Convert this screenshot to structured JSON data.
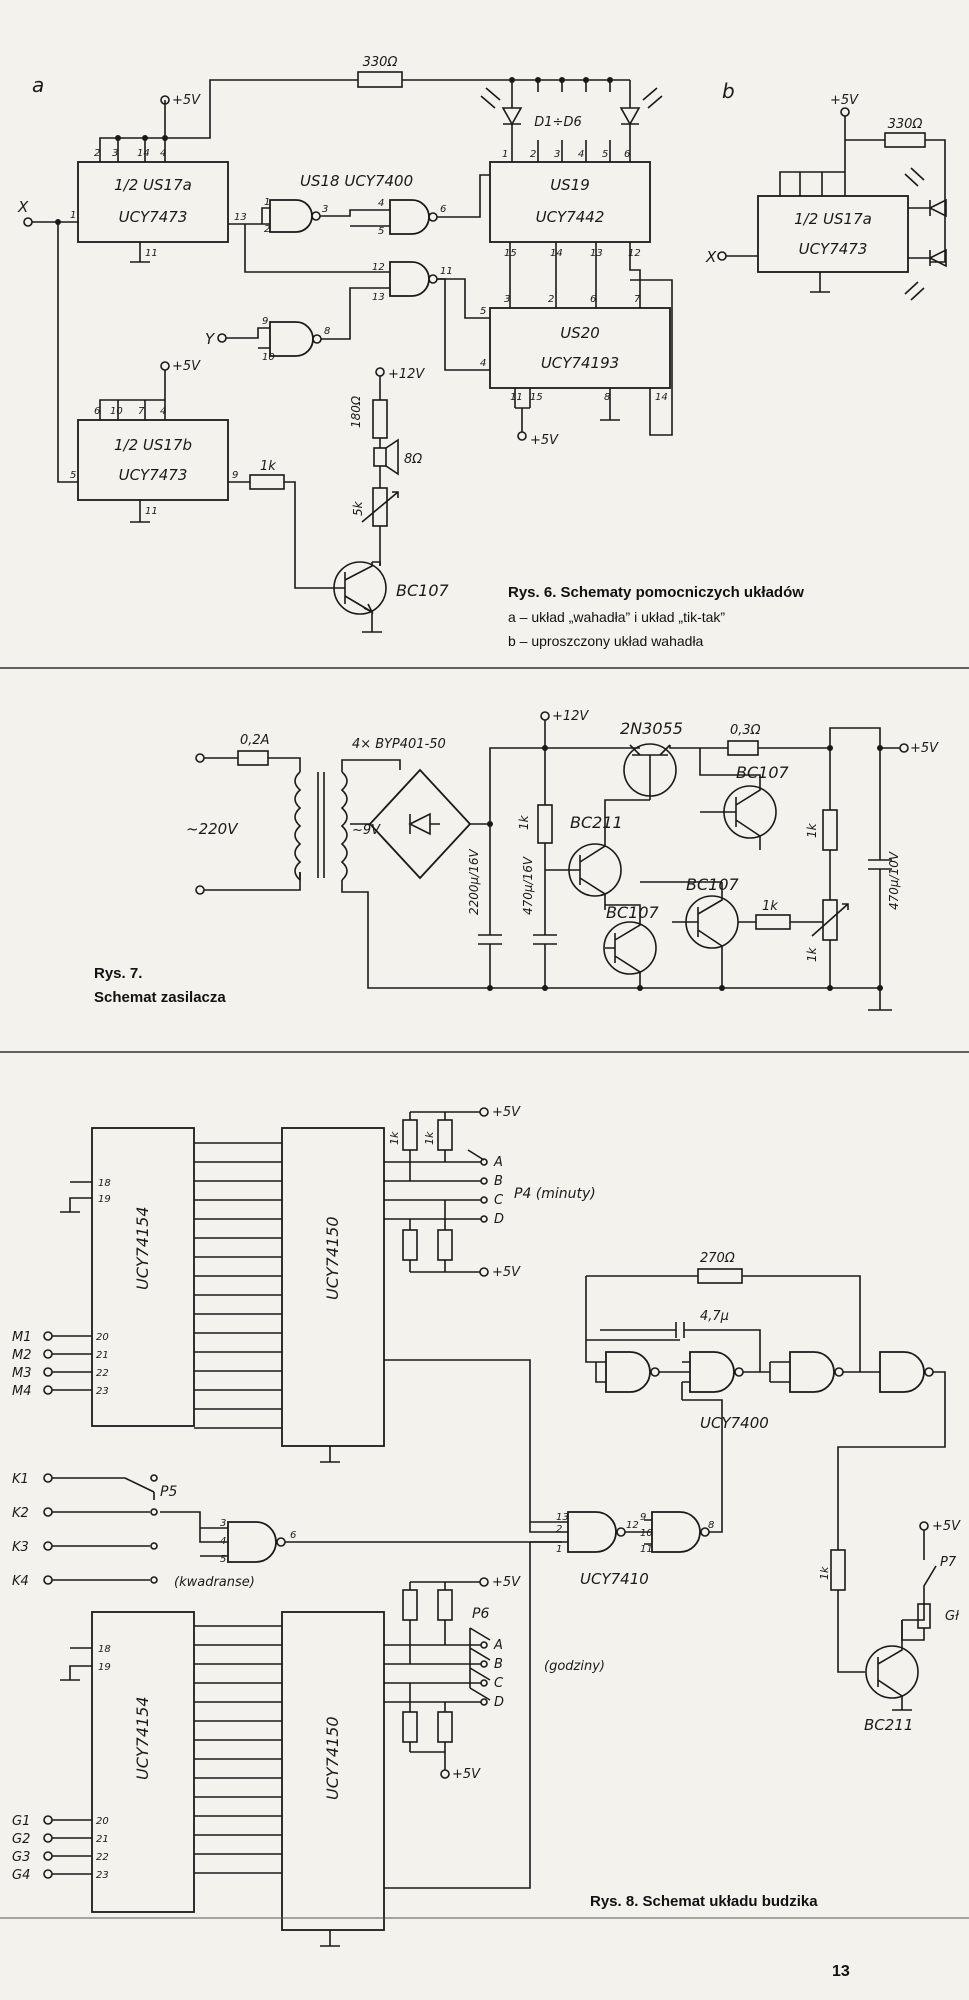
{
  "fig6": {
    "caption_title": "Rys. 6. Schematy pomocniczych układów",
    "caption_a": "a – układ „wahadła” i układ „tik-tak”",
    "caption_b": "b – uproszczony układ wahadła",
    "label_a": "a",
    "label_b": "b",
    "us17a": {
      "line1": "1/2 US17a",
      "line2": "UCY7473"
    },
    "us17b": {
      "line1": "1/2 US17b",
      "line2": "UCY7473"
    },
    "us18": "US18  UCY7400",
    "us19": {
      "line1": "US19",
      "line2": "UCY7442"
    },
    "us20": {
      "line1": "US20",
      "line2": "UCY74193"
    },
    "r330": "330Ω",
    "leds": "D1÷D6",
    "r180": "180Ω",
    "spk": "8Ω",
    "pot5k": "5k",
    "r1k": "1k",
    "transistor": "BC107",
    "v5": "+5V",
    "v12": "+12V",
    "x": "X",
    "y": "Y",
    "b_ic": {
      "line1": "1/2 US17a",
      "line2": "UCY7473"
    },
    "b_r330": "330Ω"
  },
  "fig7": {
    "caption_title": "Rys. 7.",
    "caption_sub": "Schemat zasilacza",
    "fuse": "0,2A",
    "mains": "~220V",
    "bridge": "4× BYP401-50",
    "sec": "~9V",
    "v12": "+12V",
    "v5": "+5V",
    "t1": "2N3055",
    "t2": "BC211",
    "t3": "BC107",
    "t4": "BC107",
    "t5": "BC107",
    "r03": "0,3Ω",
    "c1": "2200μ/16V",
    "c2": "470μ/16V",
    "c3": "470μ/10V",
    "r1k": "1k"
  },
  "fig8": {
    "caption": "Rys. 8. Schemat układu budzika",
    "dec1": "UCY74154",
    "mux1": "UCY74150",
    "dec2": "UCY74154",
    "mux2": "UCY74150",
    "p4": "P4 (minuty)",
    "p5": "P5",
    "p6": "P6",
    "kw": "(kwadranse)",
    "godz": "(godziny)",
    "ucy7410": "UCY7410",
    "ucy7400": "UCY7400",
    "r270": "270Ω",
    "c47": "4,7μ",
    "p7": "P7",
    "gl": "Gł",
    "bc211": "BC211",
    "v5": "+5V",
    "r1k": "1k",
    "m_inputs": [
      "M1",
      "M2",
      "M3",
      "M4"
    ],
    "k_inputs": [
      "K1",
      "K2",
      "K3",
      "K4"
    ],
    "g_inputs": [
      "G1",
      "G2",
      "G3",
      "G4"
    ],
    "abcd": [
      "A",
      "B",
      "C",
      "D"
    ]
  },
  "page_number": "13"
}
